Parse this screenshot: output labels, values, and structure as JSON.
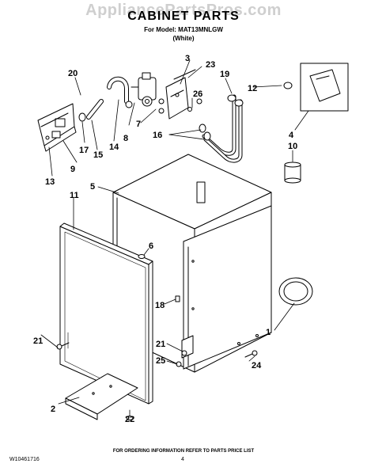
{
  "watermark": "AppliancePartsPros.com",
  "header": {
    "title": "CABINET PARTS",
    "model_line": "For Model: MAT13MNLGW",
    "color_line": "(White)"
  },
  "footer": {
    "ordering_note": "FOR ORDERING INFORMATION REFER TO PARTS PRICE LIST",
    "doc_number": "W10461716",
    "page_number": "4"
  },
  "callouts": {
    "c1": "1",
    "c2": "2",
    "c3": "3",
    "c4": "4",
    "c5": "5",
    "c6": "6",
    "c7": "7",
    "c8": "8",
    "c9": "9",
    "c10": "10",
    "c11": "11",
    "c12": "12",
    "c13": "13",
    "c14": "14",
    "c15": "15",
    "c16": "16",
    "c17": "17",
    "c18": "18",
    "c19": "19",
    "c20": "20",
    "c21a": "21",
    "c21b": "21",
    "c22": "22",
    "c23": "23",
    "c24": "24",
    "c25": "25",
    "c26": "26"
  }
}
